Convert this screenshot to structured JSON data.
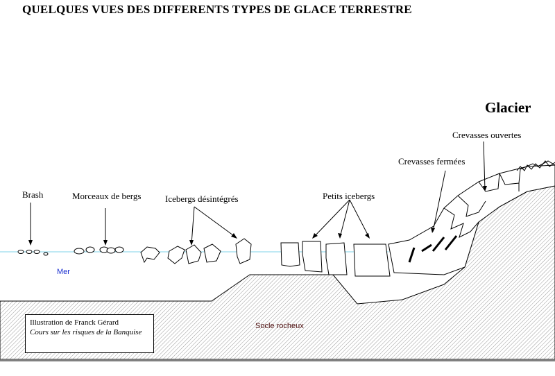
{
  "title": "QUELQUES VUES DES DIFFERENTS TYPES DE GLACE TERRESTRE",
  "glacier_title": "Glacier",
  "labels": {
    "brash": "Brash",
    "morceaux": "Morceaux de bergs",
    "desintegres": "Icebergs désintégrés",
    "petits": "Petits icebergs",
    "fermees": "Crevasses fermées",
    "ouvertes": "Crevasses ouvertes"
  },
  "sea_label": "Mer",
  "bedrock_label": "Socle rocheux",
  "credit": {
    "line1": "Illustration de Franck Gérard",
    "line2": "Cours sur les risques de la Banquise"
  },
  "colors": {
    "sea_line": "#7fd3e8",
    "sea_label": "#1a2fd0",
    "bedrock_label": "#4a0a0a",
    "hatch": "#9a9a9a"
  }
}
